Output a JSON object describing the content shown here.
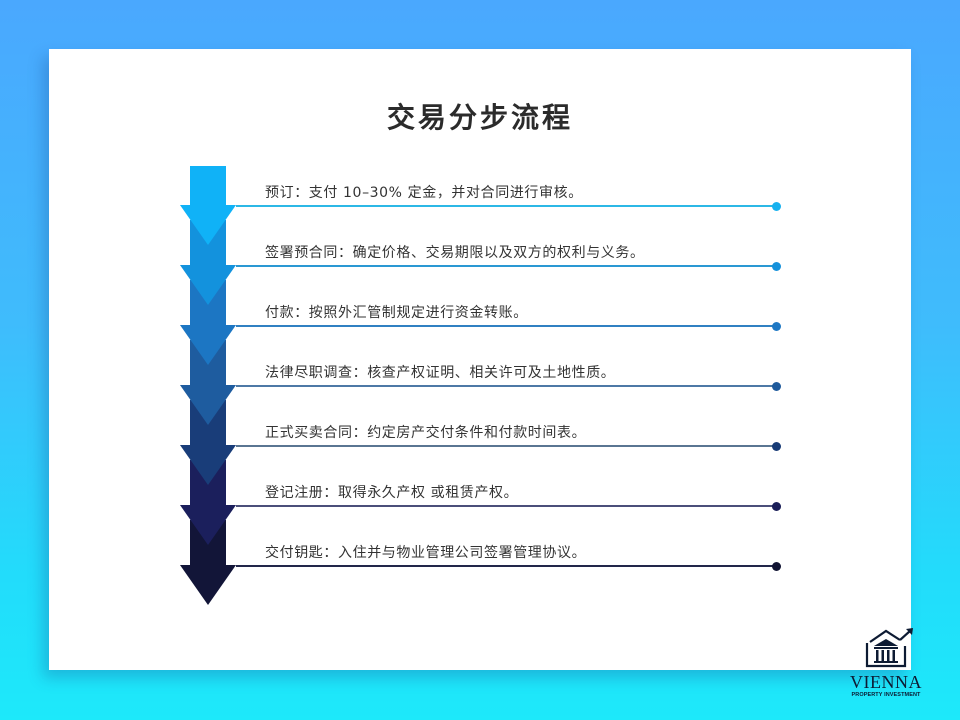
{
  "slide": {
    "title": "交易分步流程"
  },
  "steps": [
    {
      "text": "预订：支付 10–30% 定金，并对合同进行审核。",
      "color": "#10b2f7",
      "line_color": "#2cb8e6",
      "dot_color": "#17b1ef"
    },
    {
      "text": "签署预合同：确定价格、交易期限以及双方的权利与义务。",
      "color": "#1392dd",
      "line_color": "#2a98d3",
      "dot_color": "#1591db"
    },
    {
      "text": "付款：按照外汇管制规定进行资金转账。",
      "color": "#1c76c3",
      "line_color": "#3080c2",
      "dot_color": "#1e78c4"
    },
    {
      "text": "法律尽职调查：核查产权证明、相关许可及土地性质。",
      "color": "#1e5c9f",
      "line_color": "#4d79a6",
      "dot_color": "#1f5a9c"
    },
    {
      "text": "正式买卖合同：约定房产交付条件和付款时间表。",
      "color": "#193d79",
      "line_color": "#5a7592",
      "dot_color": "#183b76"
    },
    {
      "text": "登记注册：取得永久产权 或租赁产权。",
      "color": "#1b1f5c",
      "line_color": "#4b4f7a",
      "dot_color": "#1a1e58"
    },
    {
      "text": "交付钥匙：入住并与物业管理公司签署管理协议。",
      "color": "#121538",
      "line_color": "#22264a",
      "dot_color": "#111433"
    }
  ],
  "logo": {
    "name": "VIENNA",
    "subtitle": "PROPERTY INVESTMENT",
    "icon": "building-growth-icon"
  }
}
